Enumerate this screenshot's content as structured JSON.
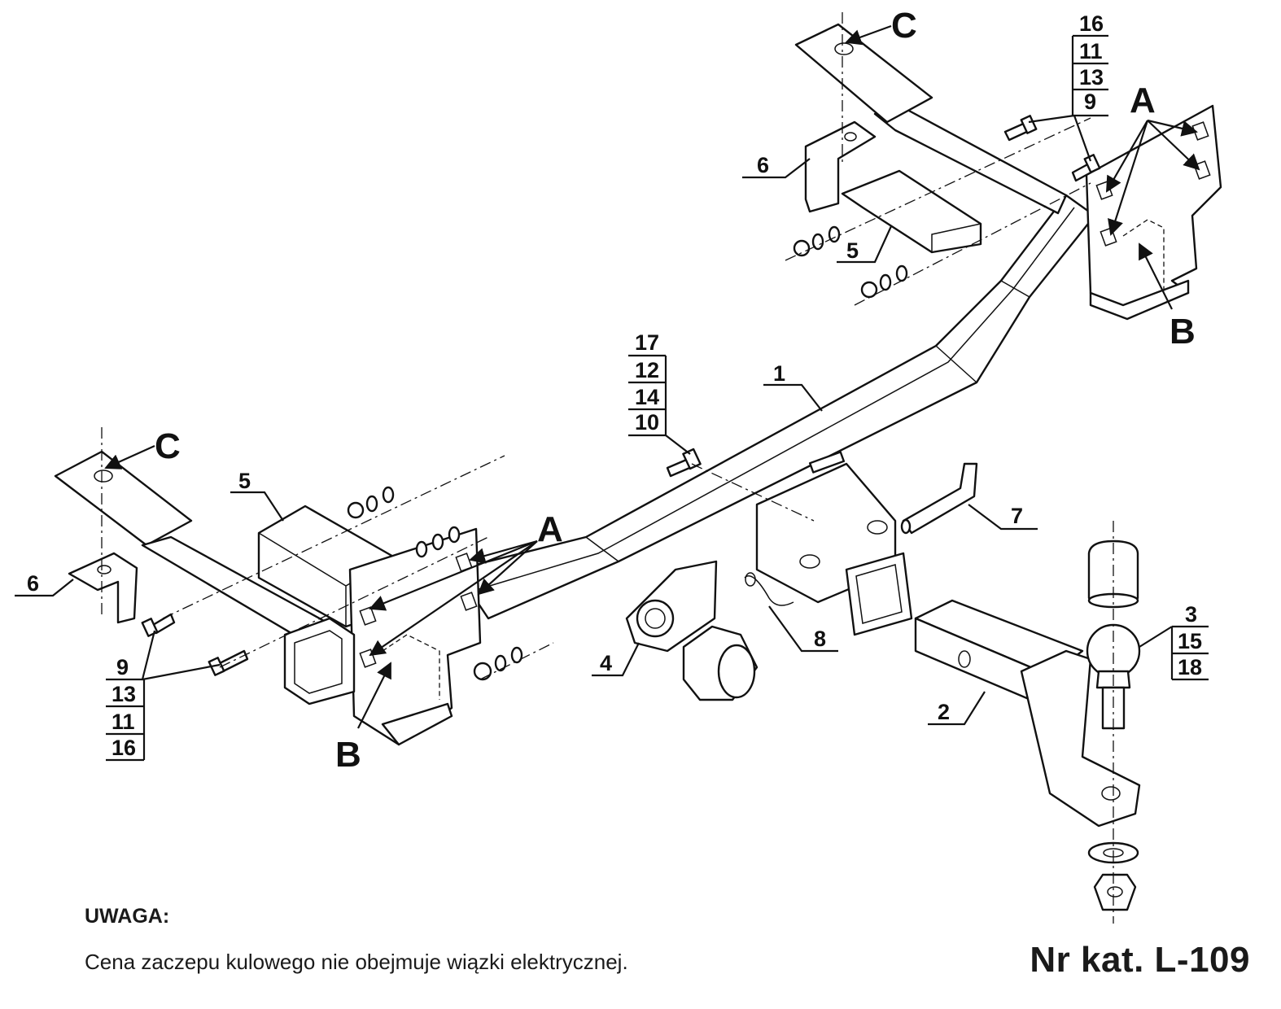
{
  "labels": {
    "c_top": "C",
    "c_left": "C",
    "a_right": "A",
    "a_left": "A",
    "b_right": "B",
    "b_left": "B",
    "p1": "1",
    "p2": "2",
    "p3": "3",
    "p4": "4",
    "p5_right": "5",
    "p5_left": "5",
    "p6_right": "6",
    "p6_left": "6",
    "p7": "7",
    "p8": "8"
  },
  "stacks": {
    "top_right": [
      "16",
      "11",
      "13",
      "9"
    ],
    "center": [
      "17",
      "12",
      "14",
      "10"
    ],
    "bottom_left": [
      "9",
      "13",
      "11",
      "16"
    ],
    "ball": [
      "3",
      "15",
      "18"
    ]
  },
  "note": {
    "title": "UWAGA:",
    "text": "Cena zaczepu kulowego nie obejmuje wiązki elektrycznej."
  },
  "catalog_number": "Nr kat. L-109"
}
